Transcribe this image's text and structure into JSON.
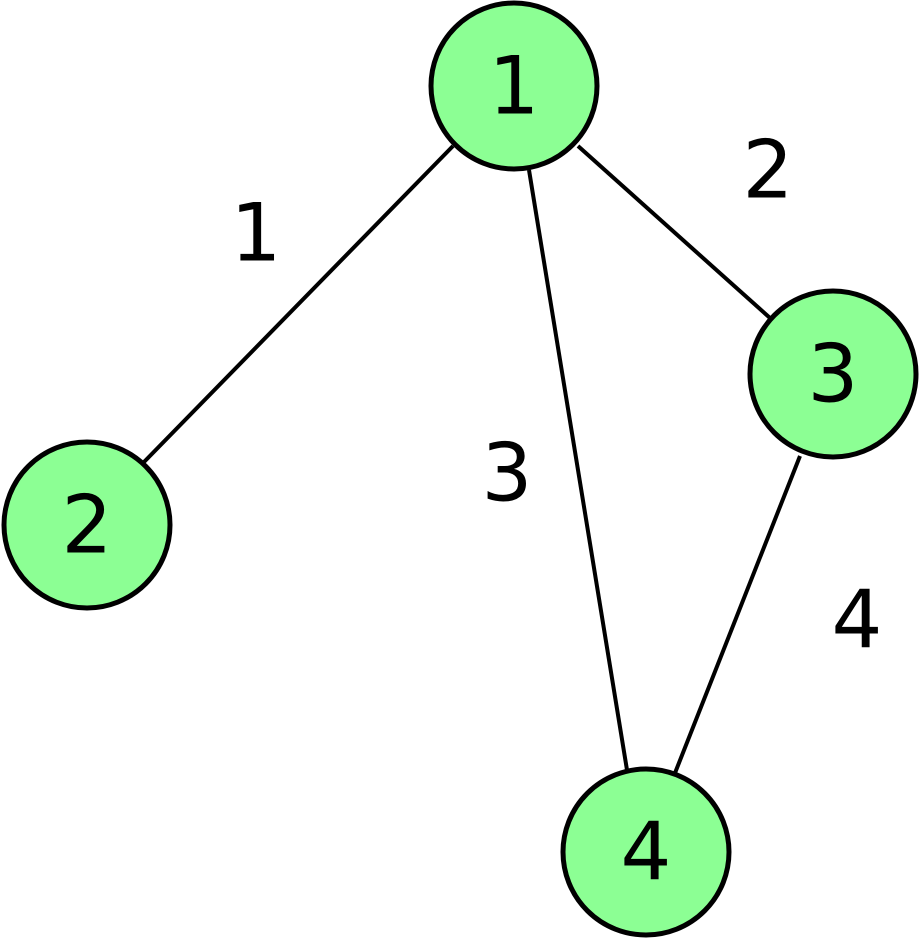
{
  "graph": {
    "node_color": "#8cff94",
    "stroke_color": "#000000",
    "nodes": [
      {
        "id": "1",
        "label": "1"
      },
      {
        "id": "2",
        "label": "2"
      },
      {
        "id": "3",
        "label": "3"
      },
      {
        "id": "4",
        "label": "4"
      }
    ],
    "edges": [
      {
        "from": "1",
        "to": "2",
        "weight": "1"
      },
      {
        "from": "1",
        "to": "3",
        "weight": "2"
      },
      {
        "from": "1",
        "to": "4",
        "weight": "3"
      },
      {
        "from": "3",
        "to": "4",
        "weight": "4"
      }
    ]
  }
}
